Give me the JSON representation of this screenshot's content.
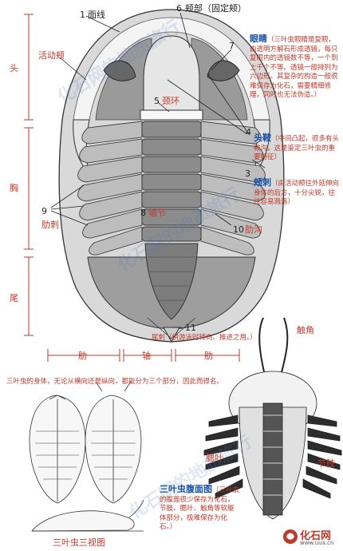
{
  "labels": {
    "n1": "1",
    "t1": "面线",
    "n6": "6",
    "t6": "颊部（固定颊）",
    "n7": "7",
    "t_huodongjia": "活动颊",
    "n5": "5",
    "t5": "颈环",
    "n4": "4",
    "n3": "3",
    "n8": "8",
    "t8": "轴节",
    "n9": "9",
    "t9": "肋刺",
    "n10": "10",
    "t10": "肋沟",
    "n11": "11",
    "head": "头",
    "thorax": "胸",
    "tail": "尾",
    "axis_left": "肋",
    "axis_mid": "轴",
    "axis_right": "肋",
    "chujiao": "触角",
    "jiaoye": "腮叶",
    "jiezhi": "节肢",
    "three_view": "三叶虫三视图"
  },
  "notes": {
    "eye_head": "眼睛",
    "eye_body": "（三叶虫眼睛是复眼，由透明方解石形成透镜，每只复眼内的透镜数不等，一个到上千个不等。透镜一般排列为六边形。其复杂的构造一般很难保存为化石，需要精细修理，同时也无法伪造。）",
    "toukui_head": "头鞍",
    "toukui_body": "（中间凸起，很多有头鞍沟，这是鉴定三叶虫的重要特征）",
    "jiaci_head": "颊刺",
    "jiaci_body": "（由活动颊往外延伸向身体的后方，十分尖锐，往往容易溅落）",
    "weici": "尾刺（供游泳时转向、推进之用。）",
    "division": "三叶虫的身体，无论从横向还是纵向，都能分为三个部分，因此而得名。",
    "belly_head": "三叶虫腹面图",
    "belly_body": "（三叶虫的腹面很少保存为化石，节肢、腮叶、触角等软躯体部分，极难保存为化石。）"
  },
  "watermark": "化石网的地质旅行",
  "logo": {
    "name": "化石网",
    "url": "www.uua.cn"
  }
}
